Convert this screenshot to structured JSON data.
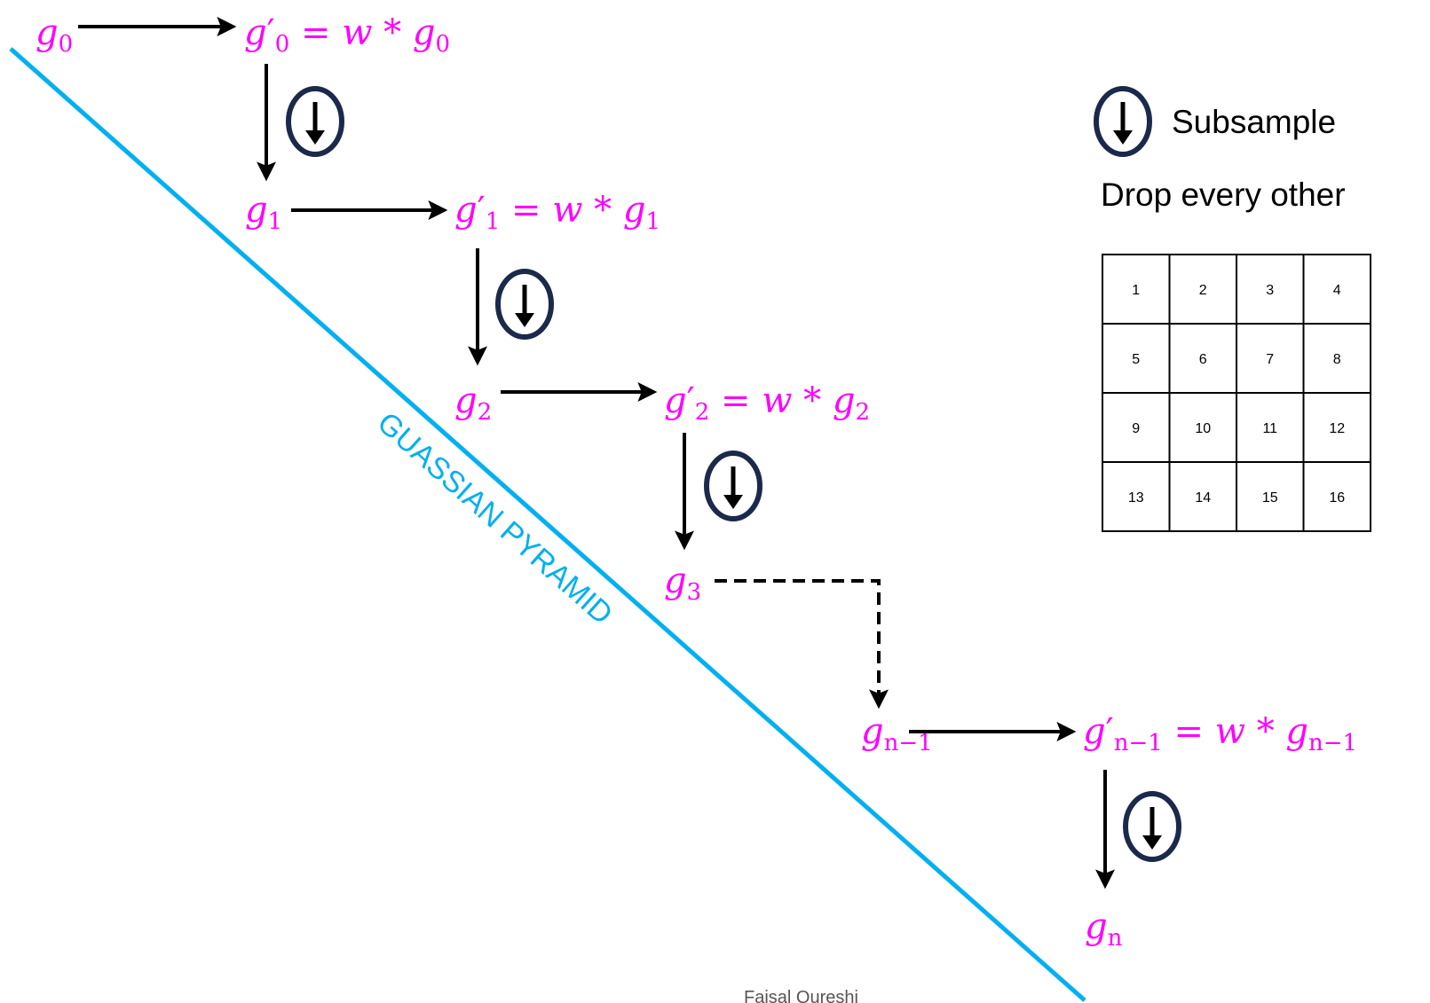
{
  "colors": {
    "math": "#ff00ff",
    "pyramid_line": "#00b0f0",
    "arrow": "#000000",
    "subsample_ring": "#1b2a4a"
  },
  "diagonal_label": "GUASSIAN PYRAMID",
  "legend": {
    "icon": "subsample-icon",
    "title": "Subsample",
    "subtitle": "Drop every other"
  },
  "grid": {
    "rows": [
      [
        "1",
        "2",
        "3",
        "4"
      ],
      [
        "5",
        "6",
        "7",
        "8"
      ],
      [
        "9",
        "10",
        "11",
        "12"
      ],
      [
        "13",
        "14",
        "15",
        "16"
      ]
    ]
  },
  "levels": [
    {
      "g_base": "g",
      "g_sub": "0",
      "conv": {
        "prime_sub": "0",
        "rhs": "w",
        "op": "*",
        "g_sub": "0"
      }
    },
    {
      "g_base": "g",
      "g_sub": "1",
      "conv": {
        "prime_sub": "1",
        "rhs": "w",
        "op": "*",
        "g_sub": "1"
      }
    },
    {
      "g_base": "g",
      "g_sub": "2",
      "conv": {
        "prime_sub": "2",
        "rhs": "w",
        "op": "*",
        "g_sub": "2"
      }
    },
    {
      "g_base": "g",
      "g_sub": "3"
    },
    {
      "g_base": "g",
      "g_sub": "n−1",
      "conv": {
        "prime_sub": "n−1",
        "rhs": "w",
        "op": "*",
        "g_sub": "n−1"
      }
    },
    {
      "g_base": "g",
      "g_sub": "n"
    }
  ],
  "footer": "Faisal Qureshi"
}
